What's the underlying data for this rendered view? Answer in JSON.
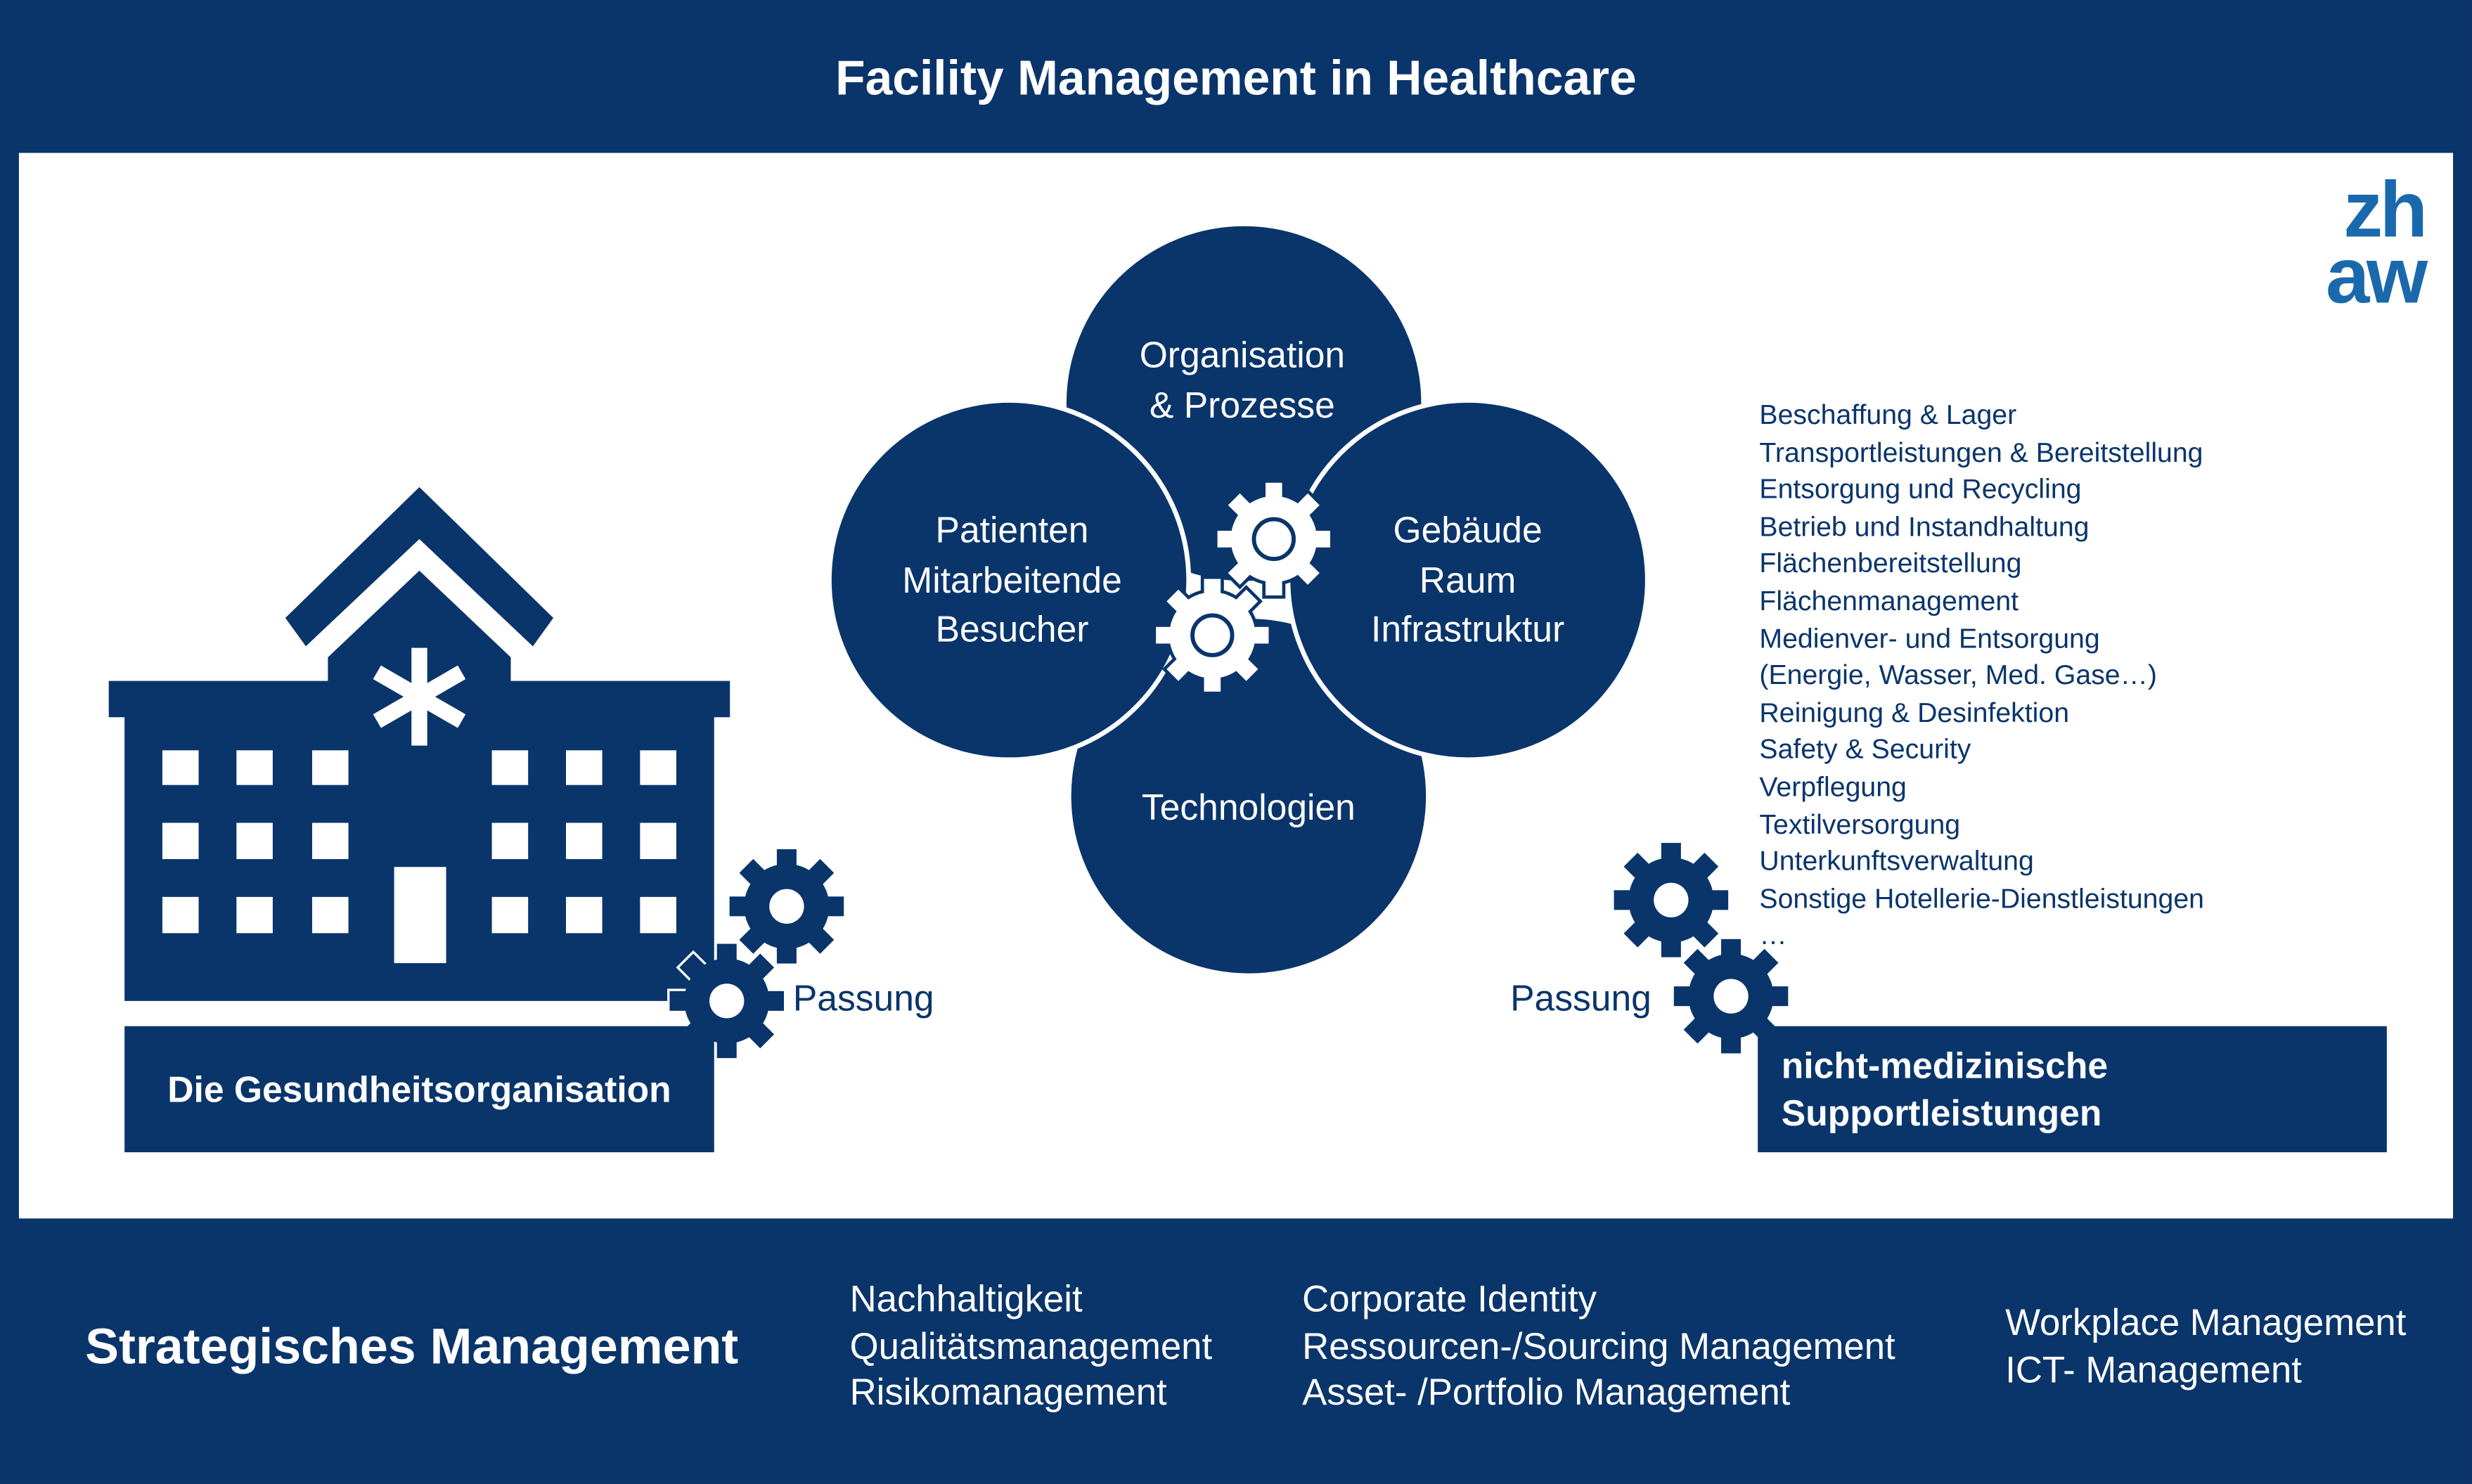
{
  "title": "Facility Management in Healthcare",
  "logo": {
    "line1": "zh",
    "line2": "aw"
  },
  "colors": {
    "navy": "#0a356b",
    "logo_blue": "#1a69ad",
    "white": "#ffffff"
  },
  "circles": {
    "top": [
      "Organisation",
      "& Prozesse"
    ],
    "left": [
      "Patienten",
      "Mitarbeitende",
      "Besucher"
    ],
    "right": [
      "Gebäude",
      "Raum",
      "Infrastruktur"
    ],
    "bottom": [
      "Technologien"
    ]
  },
  "left": {
    "label": "Die Gesundheitsorganisation",
    "passung": "Passung"
  },
  "right": {
    "passung": "Passung",
    "label_line1": "nicht-medizinische",
    "label_line2": "Supportleistungen",
    "services": [
      "Beschaffung & Lager",
      "Transportleistungen & Bereitstellung",
      "Entsorgung und Recycling",
      "Betrieb und Instandhaltung",
      "Flächenbereitstellung",
      "Flächenmanagement",
      "Medienver- und Entsorgung",
      "(Energie, Wasser, Med. Gase…)",
      "Reinigung & Desinfektion",
      "Safety & Security",
      "Verpflegung",
      "Textilversorgung",
      "Unterkunftsverwaltung",
      "Sonstige Hotellerie-Dienstleistungen",
      "…"
    ]
  },
  "strategic": {
    "title": "Strategisches Management",
    "col1": [
      "Nachhaltigkeit",
      "Qualitätsmanagement",
      "Risikomanagement"
    ],
    "col2": [
      "Corporate Identity",
      "Ressourcen-/Sourcing Management",
      "Asset- /Portfolio Management"
    ],
    "col3": [
      "Workplace Management",
      "ICT- Management"
    ]
  }
}
